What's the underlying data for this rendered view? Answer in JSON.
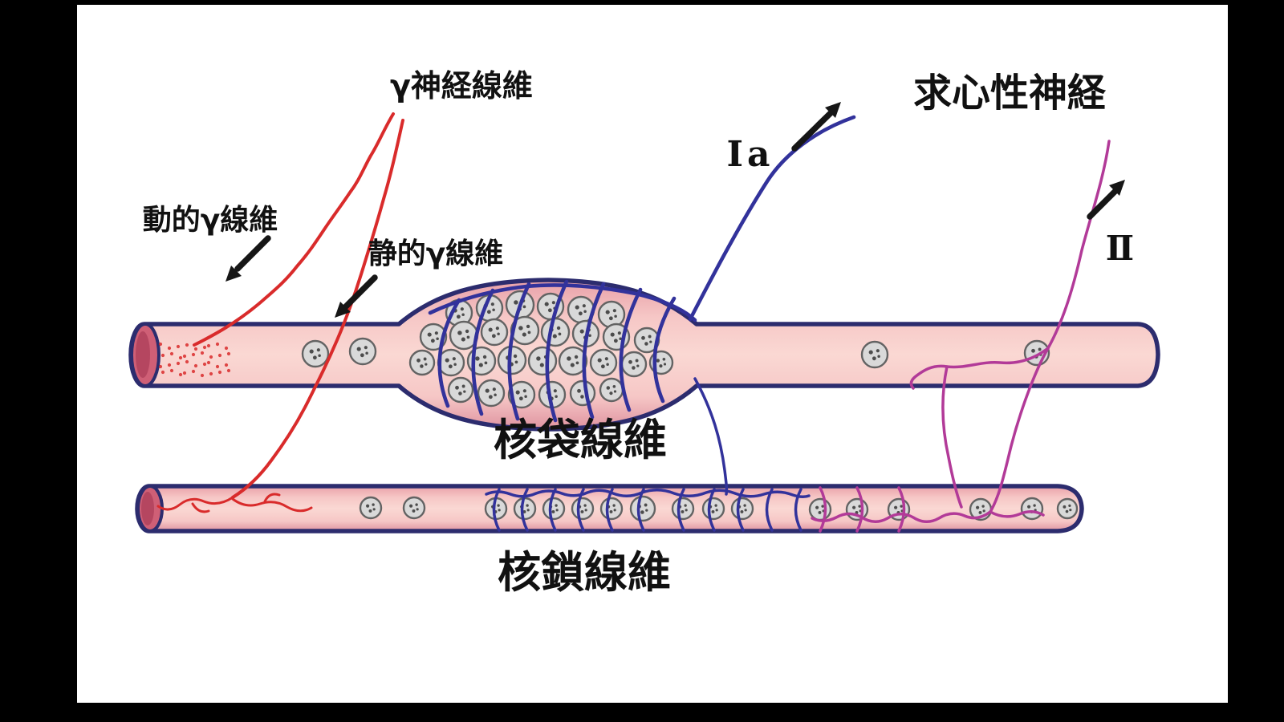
{
  "figure": {
    "labels": {
      "gamma_nerve_fiber": "γ神経線維",
      "afferent_nerve": "求心性神経",
      "ia": "Ia",
      "dynamic_gamma_fiber": "動的γ線維",
      "static_gamma_fiber": "静的γ線維",
      "type_ii": "Ⅱ",
      "nuclear_bag_fiber": "核袋線維",
      "nuclear_chain_fiber": "核鎖線維"
    },
    "colors": {
      "background": "#000000",
      "canvas": "#ffffff",
      "muscle_outline": "#2c2c6e",
      "muscle_cap": "#cf5f76",
      "muscle_edge_top": "#e8a0a8",
      "muscle_fill": "#f6c7c6",
      "muscle_highlight": "#fad8d3",
      "muscle_edge_bottom": "#df93a0",
      "gamma_fiber": "#d92b2b",
      "ia_fiber": "#32329b",
      "ii_fiber": "#b23a98",
      "nucleus_fill": "#d9d9d9",
      "nucleus_stroke": "#636363",
      "arrow": "#161616",
      "label": "#111111"
    }
  }
}
